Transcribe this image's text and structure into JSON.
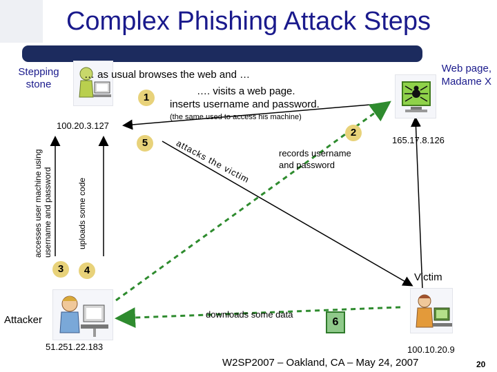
{
  "title": "Complex Phishing Attack Steps",
  "nodes": {
    "stepping_stone": {
      "label": "Stepping stone",
      "ip": "100.20.3.127"
    },
    "web_page": {
      "label": "Web page, Madame X",
      "ip": "165.17.8.126"
    },
    "victim": {
      "label": "Victim",
      "ip": "100.10.20.9"
    },
    "attacker": {
      "label": "Attacker",
      "ip": "51.251.22.183"
    }
  },
  "steps": {
    "s1": {
      "number": "1",
      "text_a": "… as usual browses the web and …",
      "text_b": "…. visits a web page.",
      "text_c": "inserts username and password.",
      "text_d": "(the same used to access his machine)"
    },
    "s2": {
      "number": "2",
      "text": "records username and password"
    },
    "s3": {
      "number": "3",
      "text": "accesses user machine using username and password"
    },
    "s4": {
      "number": "4",
      "text": "uploads some code"
    },
    "s5": {
      "number": "5",
      "text": "attacks the victim"
    },
    "s6": {
      "number": "6",
      "text": "downloads some data"
    }
  },
  "footer": {
    "conference": "W2SP2007 – Oakland, CA – May 24, 2007",
    "page": "20"
  },
  "colors": {
    "title": "#1a1a8c",
    "bar": "#1c2b5e",
    "step_circle": "#e8d27a",
    "green_arrow": "#2e8b2e"
  }
}
